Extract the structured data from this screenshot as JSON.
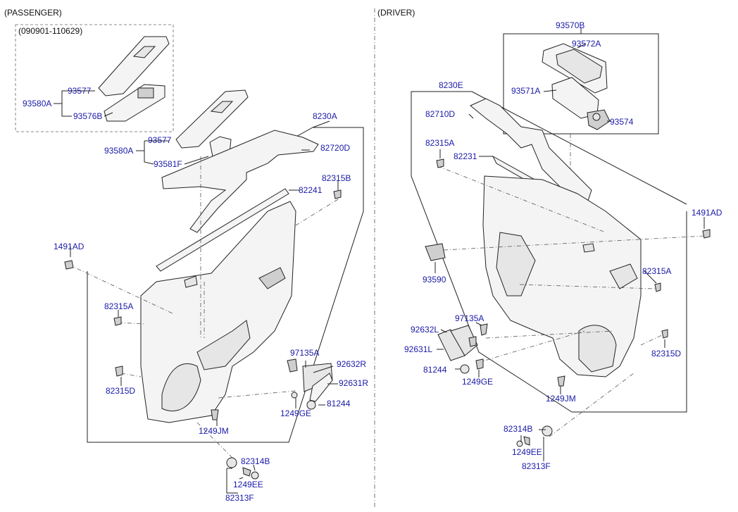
{
  "sections": {
    "passenger": {
      "title": "(PASSENGER)",
      "note": "(090901-110629)"
    },
    "driver": {
      "title": "(DRIVER)"
    }
  },
  "parts": {
    "p_93577_top": "93577",
    "p_93580A_top": "93580A",
    "p_93576B": "93576B",
    "p_93577": "93577",
    "p_93580A": "93580A",
    "p_93581F": "93581F",
    "p_8230A": "8230A",
    "p_82720D": "82720D",
    "p_82241": "82241",
    "p_82315B": "82315B",
    "p_1491AD": "1491AD",
    "p_82315A": "82315A",
    "p_82315D": "82315D",
    "p_97135A": "97135A",
    "p_92632R": "92632R",
    "p_92631R": "92631R",
    "p_1249GE": "1249GE",
    "p_81244": "81244",
    "p_1249JM": "1249JM",
    "p_82314B": "82314B",
    "p_1249EE": "1249EE",
    "p_82313F": "82313F",
    "d_93570B": "93570B",
    "d_93572A": "93572A",
    "d_93571A": "93571A",
    "d_93574": "93574",
    "d_8230E": "8230E",
    "d_82710D": "82710D",
    "d_82315A_top": "82315A",
    "d_82231": "82231",
    "d_1491AD": "1491AD",
    "d_93590": "93590",
    "d_82315A": "82315A",
    "d_97135A": "97135A",
    "d_92632L": "92632L",
    "d_92631L": "92631L",
    "d_81244": "81244",
    "d_1249GE": "1249GE",
    "d_82315D": "82315D",
    "d_1249JM": "1249JM",
    "d_82314B": "82314B",
    "d_1249EE": "1249EE",
    "d_82313F": "82313F"
  },
  "colors": {
    "label": "#1a1aa8",
    "line": "#222222",
    "dash": "#555555"
  }
}
